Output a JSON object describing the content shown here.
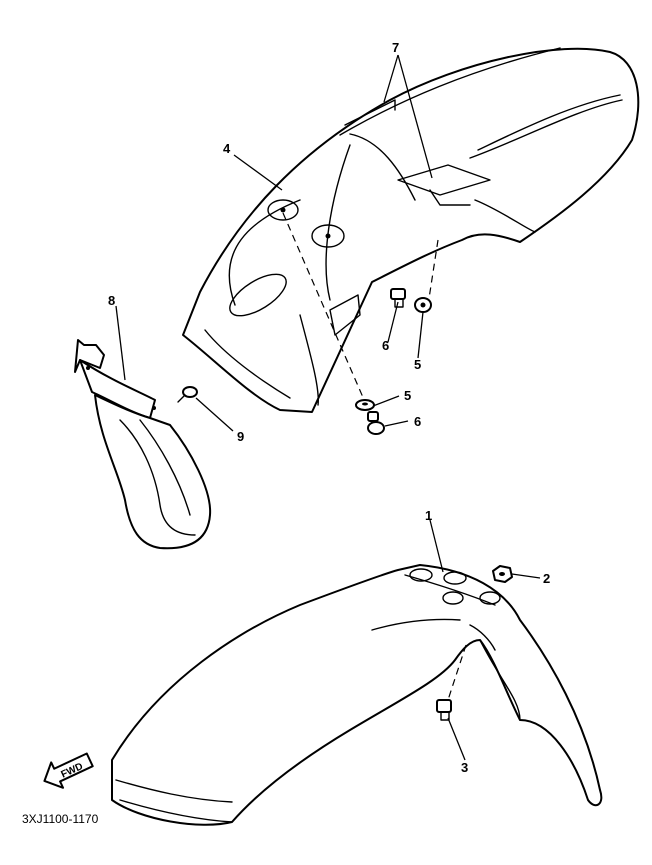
{
  "callouts": {
    "c1": "1",
    "c2": "2",
    "c3": "3",
    "c4": "4",
    "c5a": "5",
    "c5b": "5",
    "c6a": "6",
    "c6b": "6",
    "c7": "7",
    "c8": "8",
    "c9": "9"
  },
  "fwd_label": "FWD",
  "drawing_code": "3XJ1100-1170"
}
